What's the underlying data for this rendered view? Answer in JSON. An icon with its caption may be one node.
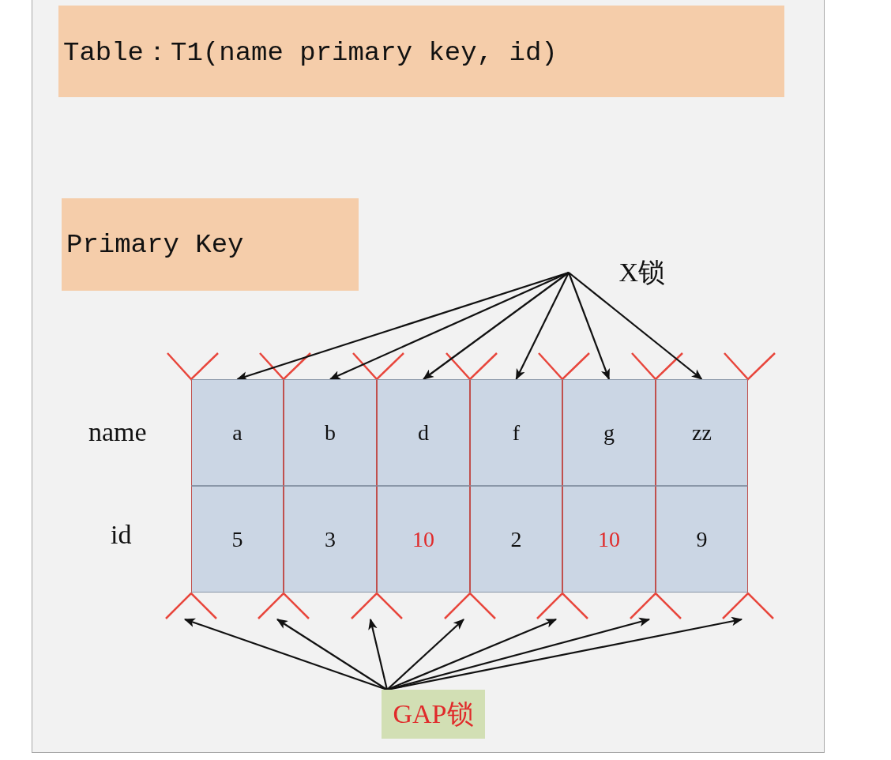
{
  "diagram": {
    "nodes": [
      {
        "text": [
          "Table：T1(name primary key, id)"
        ]
      },
      {
        "text": [
          "Primary Key"
        ]
      },
      {
        "text": [
          "X锁"
        ]
      },
      {
        "text": [
          "a"
        ]
      },
      {
        "text": [
          "b"
        ]
      },
      {
        "text": [
          "d"
        ]
      },
      {
        "text": [
          "f"
        ]
      },
      {
        "text": [
          "g"
        ]
      },
      {
        "text": [
          "zz"
        ]
      },
      {
        "text": [
          "5"
        ]
      },
      {
        "text": [
          "3"
        ]
      },
      {
        "text": [
          "10"
        ]
      },
      {
        "text": [
          "2"
        ]
      },
      {
        "text": [
          "10"
        ]
      },
      {
        "text": [
          "9"
        ]
      },
      {
        "text": [],
        "shape": "chevron"
      },
      {
        "text": [],
        "shape": "chevron"
      },
      {
        "text": [],
        "shape": "chevron"
      },
      {
        "text": [],
        "shape": "chevron"
      },
      {
        "text": [],
        "shape": "chevron"
      },
      {
        "text": [],
        "shape": "chevron"
      },
      {
        "text": [],
        "shape": "chevron"
      },
      {
        "text": [
          "GAP锁"
        ]
      }
    ],
    "edges": [
      {
        "from": 2,
        "to": 3,
        "arrow": "to"
      },
      {
        "from": 2,
        "to": 4,
        "arrow": "to"
      },
      {
        "from": 2,
        "to": 5,
        "arrow": "to"
      },
      {
        "from": 2,
        "to": 6,
        "arrow": "to"
      },
      {
        "from": 2,
        "to": 7,
        "arrow": "to"
      },
      {
        "from": 2,
        "to": 8,
        "arrow": "to"
      },
      {
        "from": 22,
        "to": 15,
        "arrow": "to"
      },
      {
        "from": 22,
        "to": 16,
        "arrow": "to"
      },
      {
        "from": 22,
        "to": 17,
        "arrow": "to"
      },
      {
        "from": 22,
        "to": 18,
        "arrow": "to"
      },
      {
        "from": 22,
        "to": 19,
        "arrow": "to"
      },
      {
        "from": 22,
        "to": 20,
        "arrow": "to"
      },
      {
        "from": 22,
        "to": 21,
        "arrow": "to"
      }
    ],
    "labels": [
      "name",
      "id"
    ]
  }
}
